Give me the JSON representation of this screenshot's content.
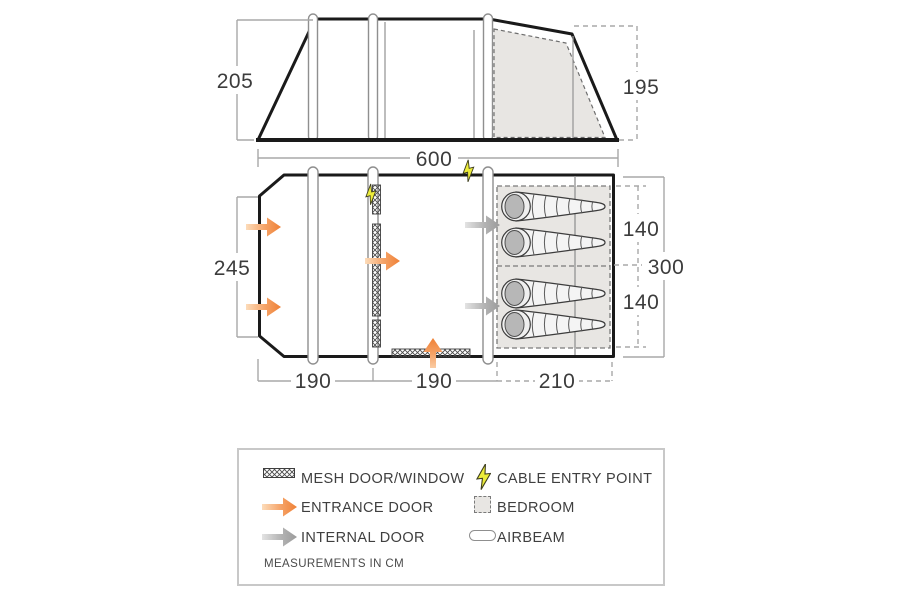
{
  "diagram_type": "tent floorplan and side elevation",
  "measurements": {
    "elevation_height_front": "205",
    "elevation_height_rear": "195",
    "total_length": "600",
    "living_width": "245",
    "bedroom_depth_top": "140",
    "bedroom_depth_bottom": "140",
    "bedroom_width": "300",
    "porch_length": "190",
    "living_length": "190",
    "bedroom_length": "210"
  },
  "legend": {
    "items": [
      {
        "id": "mesh-door-window",
        "label": "MESH DOOR/WINDOW"
      },
      {
        "id": "cable-entry-point",
        "label": "CABLE ENTRY POINT"
      },
      {
        "id": "entrance-door",
        "label": "ENTRANCE DOOR"
      },
      {
        "id": "bedroom",
        "label": "BEDROOM"
      },
      {
        "id": "internal-door",
        "label": "INTERNAL DOOR"
      },
      {
        "id": "airbeam",
        "label": "AIRBEAM"
      }
    ],
    "footnote": "MEASUREMENTS IN CM"
  },
  "colors": {
    "entrance_arrow": "#f08138",
    "internal_arrow": "#9b9b9b",
    "cable_bolt": "#ecec3a",
    "bedroom_fill": "#e8e6e3",
    "tent_outline": "#1a1a1a",
    "dimension_line": "#a8a8a8",
    "dimension_text": "#3c3c3c"
  }
}
